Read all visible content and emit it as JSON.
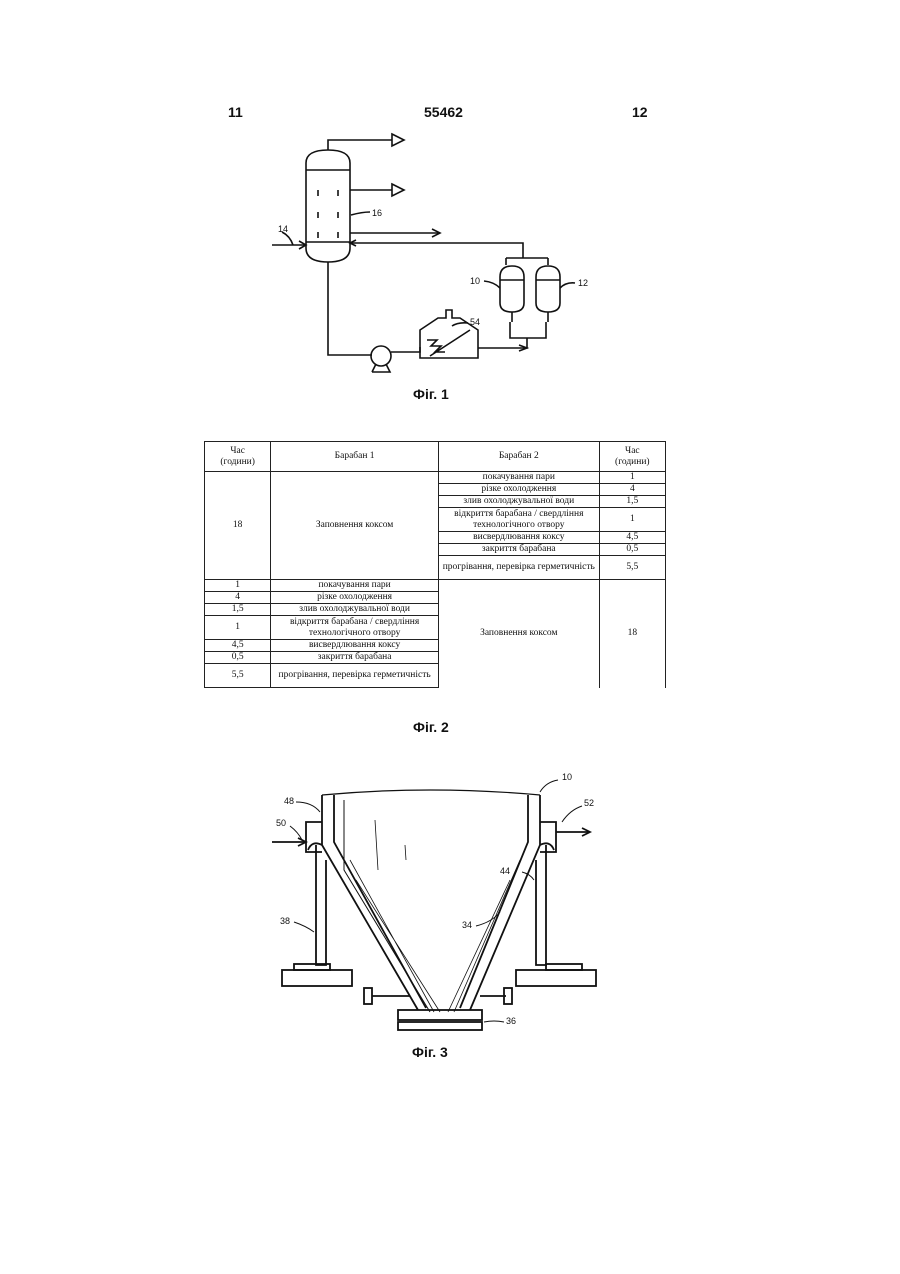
{
  "header": {
    "left_page": "11",
    "doc_number": "55462",
    "right_page": "12"
  },
  "fig1": {
    "caption": "Фіг. 1",
    "labels": {
      "feed": "14",
      "column": "16",
      "drum1": "10",
      "drum2": "12",
      "furnace": "54"
    }
  },
  "fig2": {
    "caption": "Фіг. 2",
    "headers": {
      "time_left": "Час\n(години)",
      "drum1": "Барабан 1",
      "drum2": "Барабан 2",
      "time_right": "Час\n(години)"
    },
    "filling": "Заповнення коксом",
    "filling_hours": "18",
    "ops": [
      {
        "name": "покачування пари",
        "hours": "1"
      },
      {
        "name": "різке охолодження",
        "hours": "4"
      },
      {
        "name": "злив охолоджувальної води",
        "hours": "1,5"
      },
      {
        "name": "відкриття барабана / свердління технологічного отвору",
        "hours": "1"
      },
      {
        "name": "висвердлювання коксу",
        "hours": "4,5"
      },
      {
        "name": "закриття барабана",
        "hours": "0,5"
      },
      {
        "name": "прогрівання, перевірка герметичність",
        "hours": "5,5"
      }
    ]
  },
  "fig3": {
    "caption": "Фіг. 3",
    "labels": {
      "drum": "10",
      "skirt_top": "48",
      "inlet": "50",
      "outlet": "52",
      "wall": "44",
      "cone": "34",
      "support": "38",
      "bottom": "36"
    }
  }
}
